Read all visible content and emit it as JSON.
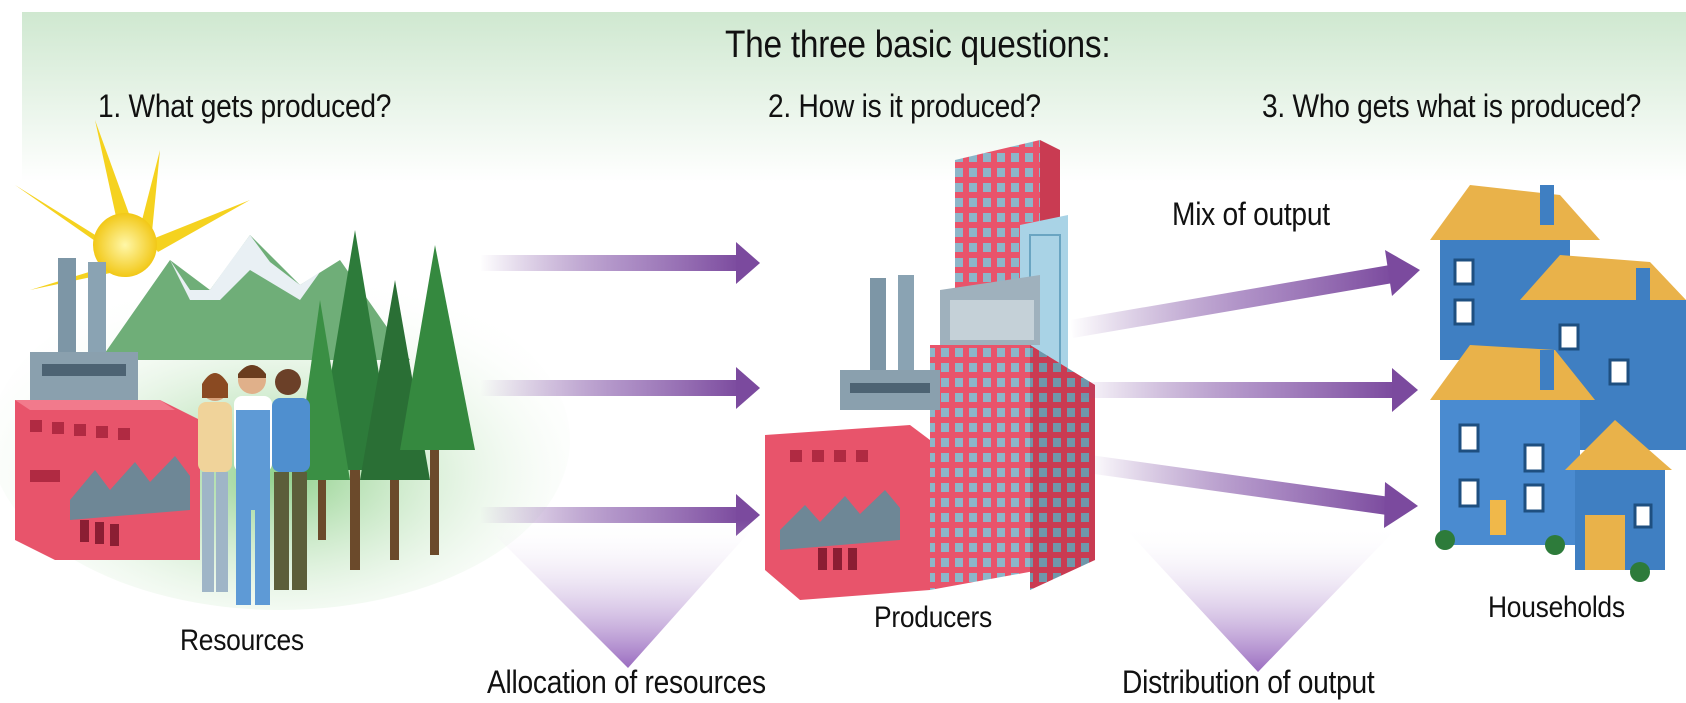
{
  "diagram": {
    "title": "The three basic questions:",
    "questions": [
      "1. What gets produced?",
      "2. How is it produced?",
      "3. Who gets what is produced?"
    ],
    "nodes": {
      "resources": "Resources",
      "producers": "Producers",
      "households": "Households"
    },
    "flows": {
      "allocation": "Allocation of resources",
      "mix": "Mix of output",
      "distribution": "Distribution of output"
    }
  },
  "colors": {
    "header_band": "#d7ecd8",
    "arrow_purple": "#7b4a9e",
    "building_red": "#e8546b",
    "house_blue": "#3f7fc2",
    "roof_gold": "#e9b24a",
    "tree_green": "#2d7b3a",
    "sun_yellow": "#f5d21f"
  }
}
